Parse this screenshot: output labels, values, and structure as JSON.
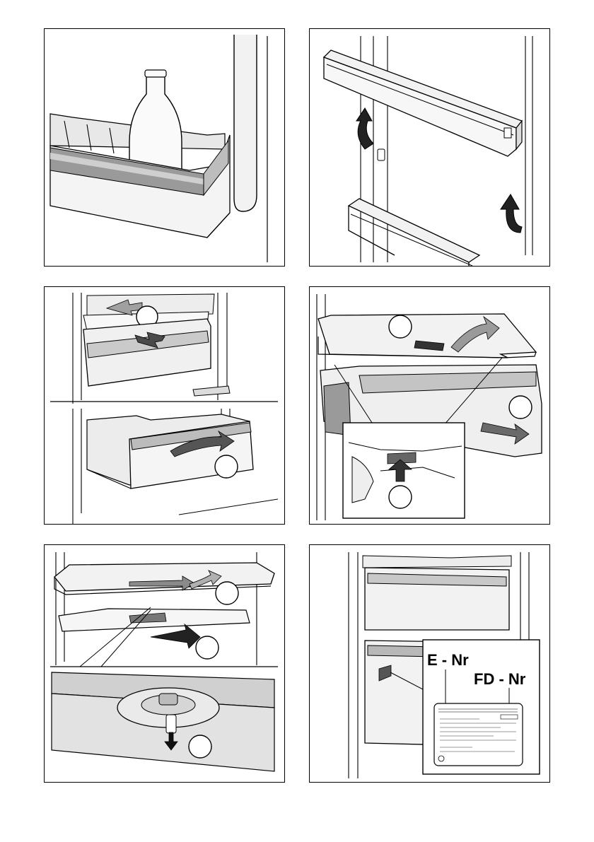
{
  "panels": [
    {
      "id": "p1",
      "name": "door-rack-bottle"
    },
    {
      "id": "p2",
      "name": "door-rack-removal"
    },
    {
      "id": "p3",
      "name": "freezer-drawer-removal"
    },
    {
      "id": "p4",
      "name": "shelf-and-drawer-removal"
    },
    {
      "id": "p5",
      "name": "glass-shelf-removal"
    },
    {
      "id": "p6",
      "name": "rating-plate"
    }
  ],
  "rating_plate": {
    "e_nr_label": "E - Nr",
    "fd_nr_label": "FD - Nr"
  },
  "colors": {
    "line": "#000000",
    "fill_light": "#f2f2f2",
    "fill_gray": "#d6d6d6",
    "fill_dark": "#9a9a9a",
    "arrow": "#8a8a8a"
  },
  "icons": [
    "bottle-icon",
    "arrow-up-icon",
    "arrow-down-icon",
    "arrow-right-icon",
    "circle-marker-icon"
  ]
}
